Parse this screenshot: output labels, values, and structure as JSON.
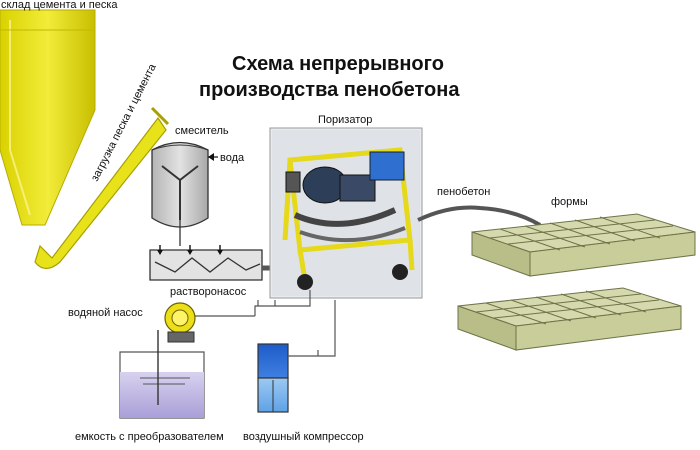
{
  "title": {
    "line1": "Схема непрерывного",
    "line2": "производства пенобетона"
  },
  "labels": {
    "silo": "склад цемента и песка",
    "conveyor": "загрузка песка и цемента",
    "mixer": "смеситель",
    "water": "вода",
    "porizator": "Поризатор",
    "foam_concrete": "пенобетон",
    "forms": "формы",
    "mortar_pump": "растворонасос",
    "water_pump": "водяной насос",
    "tank": "емкость с преобразователем",
    "compressor": "воздушный компрессор"
  },
  "colors": {
    "silo_fill": "#e8e21a",
    "silo_stroke": "#b7ad00",
    "mixer_fill": "#c9c9c9",
    "pump_fill": "#ecdf1a",
    "tank_fill": "#c9c2e6",
    "compressor_top": "#1d5cc9",
    "compressor_bottom": "#8fc0ef",
    "form_fill": "#c9cd9a",
    "form_stroke": "#6e7448",
    "machine_frame": "#e6d81a",
    "pipe": "#555555"
  }
}
